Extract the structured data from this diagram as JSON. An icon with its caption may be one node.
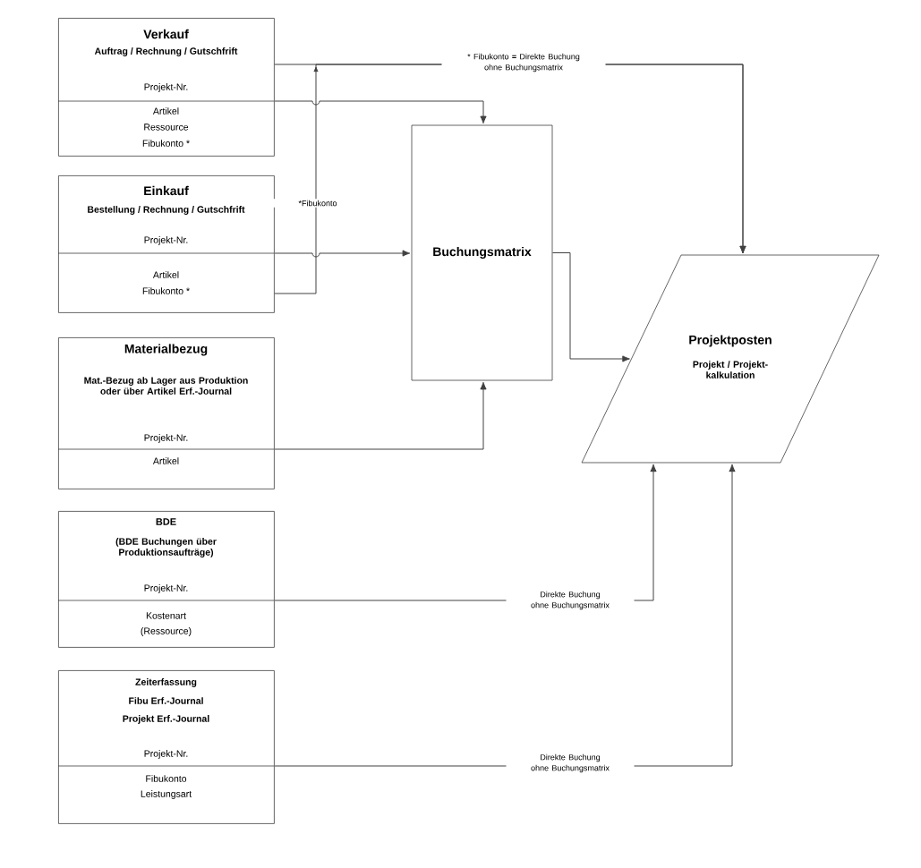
{
  "diagram": {
    "nodes": [
      {
        "text": [
          "Verkauf",
          "Auftrag / Rechnung / Gutschfrift",
          "Projekt-Nr.",
          "Artikel",
          "Ressource",
          "Fibukonto *"
        ]
      },
      {
        "text": [
          "Einkauf",
          "Bestellung / Rechnung / Gutschfrift",
          "Projekt-Nr.",
          "Artikel",
          "Fibukonto *"
        ]
      },
      {
        "text": [
          "Materialbezug",
          "Mat.-Bezug ab Lager aus Produktion oder über Artikel Erf.-Journal",
          "Projekt-Nr.",
          "Artikel"
        ]
      },
      {
        "text": [
          "BDE",
          "(BDE Buchungen über Produktionsaufträge)",
          "Projekt-Nr.",
          "Kostenart",
          "(Ressource)"
        ]
      },
      {
        "text": [
          "Zeiterfassung",
          "Fibu Erf.-Journal",
          "Projekt Erf.-Journal",
          "Projekt-Nr.",
          "Fibukonto",
          "Leistungsart"
        ]
      },
      {
        "text": [
          "Buchungsmatrix"
        ]
      },
      {
        "text": [
          "Projektposten",
          "Projekt / Projekt-kalkulation"
        ]
      }
    ],
    "edges": [
      {
        "from": 0,
        "to": 5,
        "arrow": "to"
      },
      {
        "from": 1,
        "to": 5,
        "arrow": "to"
      },
      {
        "from": 2,
        "to": 5,
        "arrow": "to"
      },
      {
        "from": 0,
        "to": 6,
        "arrow": "to",
        "label": "* Fibukonto **=** Direkte Buchung ohne Buchungsmatrix"
      },
      {
        "from": 1,
        "to": 6,
        "arrow": "to",
        "label": "*Fibukonto"
      },
      {
        "from": 5,
        "to": 6,
        "arrow": "to"
      },
      {
        "from": 3,
        "to": 6,
        "arrow": "to",
        "label": "Direkte Buchung ohne Buchungsmatrix"
      },
      {
        "from": 4,
        "to": 6,
        "arrow": "to",
        "label": "Direkte Buchung ohne Buchungsmatrix"
      }
    ]
  }
}
